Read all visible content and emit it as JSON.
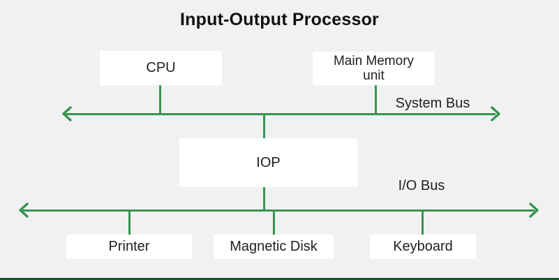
{
  "title": "Input-Output Processor",
  "colors": {
    "background": "#f1f1f2",
    "box_fill": "#ffffff",
    "line_green": "#37944f",
    "footer_green": "#14532d",
    "text": "#1f1f1f"
  },
  "buses": {
    "system": {
      "label": "System Bus"
    },
    "io": {
      "label": "I/O Bus"
    }
  },
  "nodes": {
    "cpu": {
      "label": "CPU"
    },
    "main_memory": {
      "line1": "Main Memory",
      "line2": "unit"
    },
    "iop": {
      "label": "IOP"
    },
    "printer": {
      "label": "Printer"
    },
    "magnetic_disk": {
      "label": "Magnetic Disk"
    },
    "keyboard": {
      "label": "Keyboard"
    }
  }
}
